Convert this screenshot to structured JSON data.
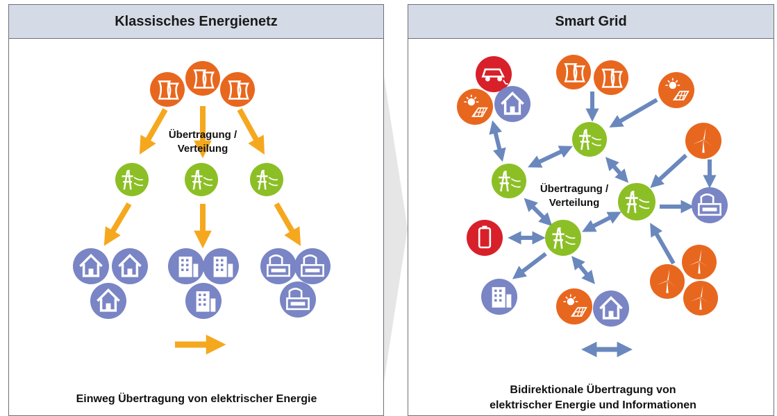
{
  "left_panel": {
    "title": "Klassisches Energienetz",
    "center_label_line1": "Übertragung /",
    "center_label_line2": "Verteilung",
    "caption": "Einweg Übertragung von elektrischer Energie"
  },
  "right_panel": {
    "title": "Smart Grid",
    "center_label_line1": "Übertragung /",
    "center_label_line2": "Verteilung",
    "caption_line1": "Bidirektionale Übertragung von",
    "caption_line2": "elektrischer Energie und Informationen"
  },
  "colors": {
    "generation": "#e8671e",
    "grid": "#8cbf26",
    "consumer": "#7985c4",
    "storage": "#d8202a",
    "arrow_oneway": "#f5a81e",
    "arrow_bidirectional": "#6a88bd",
    "header_bg": "#d4dbe6"
  }
}
